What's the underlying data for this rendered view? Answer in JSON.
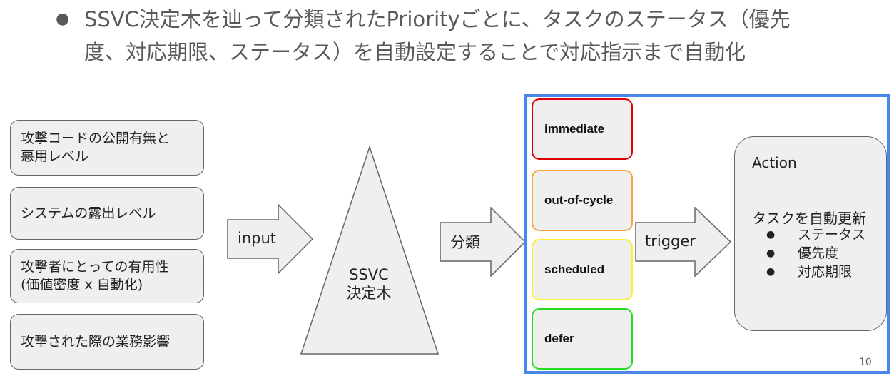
{
  "header": {
    "bullet": "●",
    "text": "SSVC決定木を辿って分類されたPriorityごとに、タスクのステータス（優先\n度、対応期限、ステータス）を自動設定することで対応指示まで自動化"
  },
  "inputs": [
    "攻撃コードの公開有無と\n悪用レベル",
    "システムの露出レベル",
    "攻撃者にとっての有用性\n(価値密度 x 自動化)",
    "攻撃された際の業務影響"
  ],
  "arrows": {
    "input_label": "input",
    "classify_label": "分類",
    "trigger_label": "trigger"
  },
  "decision_tree": {
    "label": "SSVC\n決定木"
  },
  "priorities": [
    {
      "label": "immediate",
      "color": "#e00000"
    },
    {
      "label": "out-of-cycle",
      "color": "#f6a545"
    },
    {
      "label": "scheduled",
      "color": "#ffee33"
    },
    {
      "label": "defer",
      "color": "#22dd22"
    }
  ],
  "action": {
    "title": "Action",
    "subtitle": "タスクを自動更新",
    "items": [
      "ステータス",
      "優先度",
      "対応期限"
    ],
    "item_bullet": "●"
  },
  "frame_color": "#4a86e8",
  "page_number": "10"
}
